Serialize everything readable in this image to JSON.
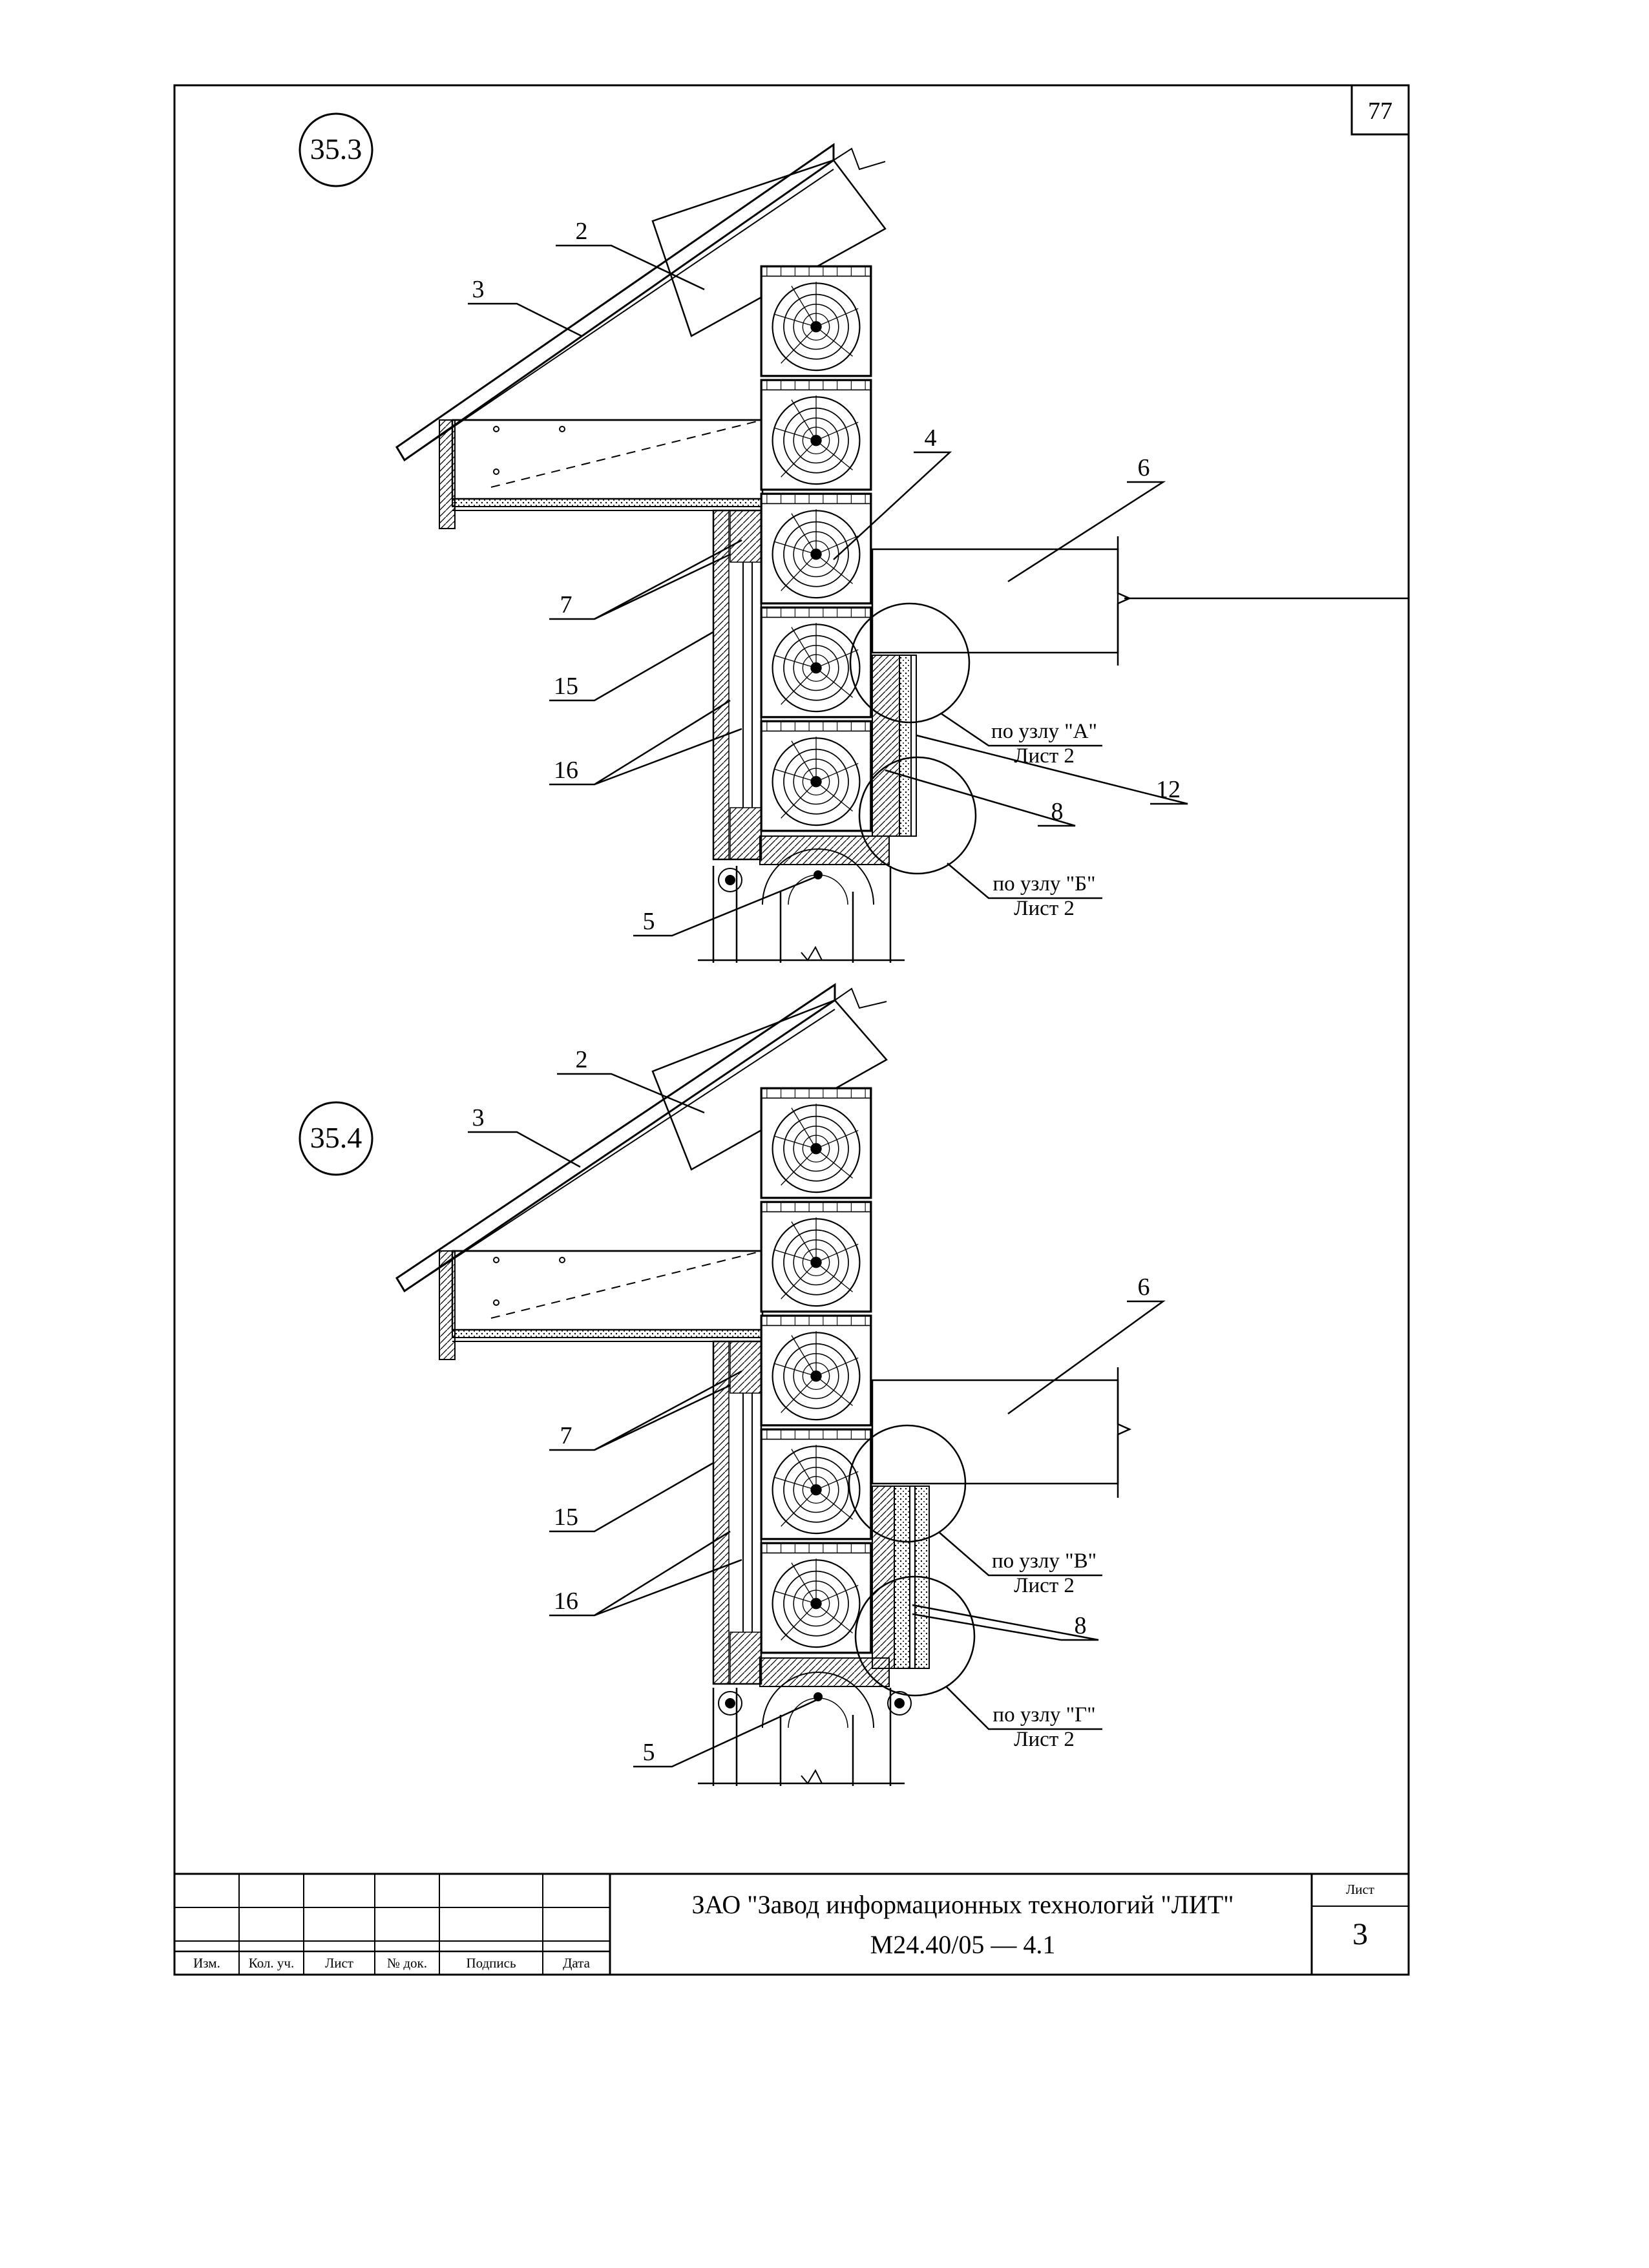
{
  "sheet_corner_number": "77",
  "details": [
    {
      "id": "35.3",
      "labels": {
        "l2": "2",
        "l3": "3",
        "l4": "4",
        "l6": "6",
        "l7": "7",
        "l15": "15",
        "l16": "16",
        "l12": "12",
        "l8": "8",
        "l5": "5"
      },
      "ref_a": {
        "node": "по узлу \"А\"",
        "sheet": "Лист 2"
      },
      "ref_b": {
        "node": "по узлу \"Б\"",
        "sheet": "Лист 2"
      }
    },
    {
      "id": "35.4",
      "labels": {
        "l2": "2",
        "l3": "3",
        "l6": "6",
        "l7": "7",
        "l15": "15",
        "l16": "16",
        "l8": "8",
        "l5": "5"
      },
      "ref_a": {
        "node": "по узлу \"В\"",
        "sheet": "Лист 2"
      },
      "ref_b": {
        "node": "по узлу \"Г\"",
        "sheet": "Лист 2"
      }
    }
  ],
  "title_block": {
    "organization": "ЗАО \"Завод информационных технологий \"ЛИТ\"",
    "document_code": "М24.40/05  —  4.1",
    "sheet_label": "Лист",
    "sheet_number": "3",
    "columns": [
      "Изм.",
      "Кол. уч.",
      "Лист",
      "№ док.",
      "Подпись",
      "Дата"
    ]
  }
}
